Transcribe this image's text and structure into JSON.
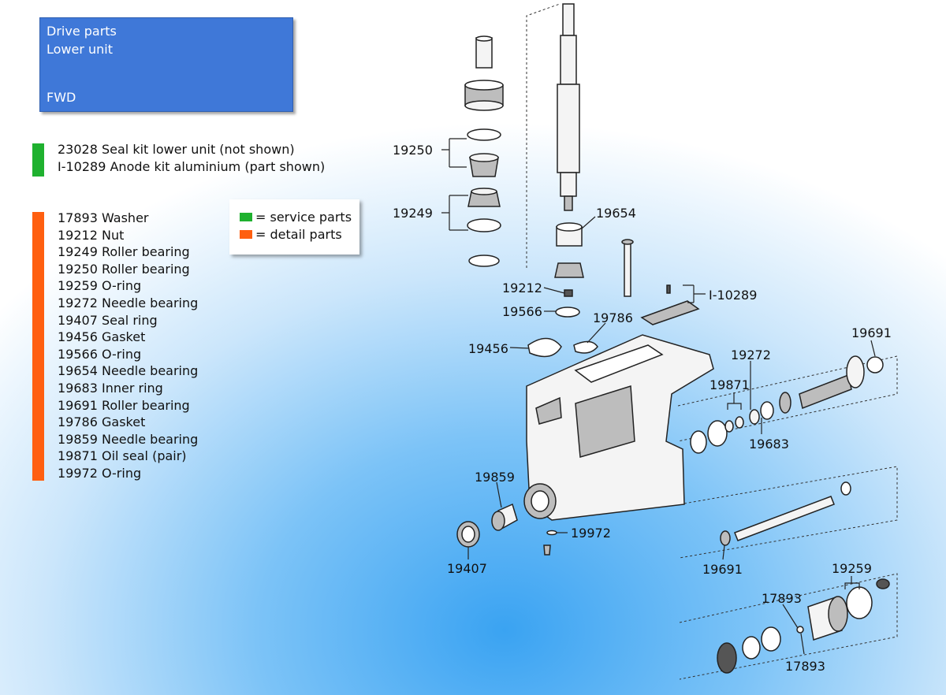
{
  "header": {
    "line1": "Drive parts",
    "line2": "Lower unit",
    "line3": "FWD"
  },
  "service_parts": [
    "23028 Seal kit lower unit (not shown)",
    "I-10289 Anode kit aluminium (part shown)"
  ],
  "detail_parts": [
    "17893 Washer",
    "19212 Nut",
    "19249 Roller bearing",
    "19250 Roller bearing",
    "19259 O-ring",
    "19272 Needle bearing",
    "19407 Seal ring",
    "19456 Gasket",
    "19566 O-ring",
    "19654 Needle bearing",
    "19683 Inner ring",
    "19691 Roller bearing",
    "19786 Gasket",
    "19859 Needle bearing",
    "19871 Oil seal (pair)",
    "19972 O-ring"
  ],
  "legend": {
    "service": "= service parts",
    "detail": "= detail parts"
  },
  "colors": {
    "service": "#1fb12f",
    "detail": "#ff5f10",
    "header": "#3f78d8"
  },
  "callouts": {
    "c19250": "19250",
    "c19249": "19249",
    "c19654": "19654",
    "c19212": "19212",
    "c19566": "19566",
    "c19786": "19786",
    "c19456": "19456",
    "cI10289": "I-10289",
    "c19691a": "19691",
    "c19272": "19272",
    "c19871": "19871",
    "c19683": "19683",
    "c19859": "19859",
    "c19972": "19972",
    "c19407": "19407",
    "c19691b": "19691",
    "c19259": "19259",
    "c17893a": "17893",
    "c17893b": "17893"
  }
}
